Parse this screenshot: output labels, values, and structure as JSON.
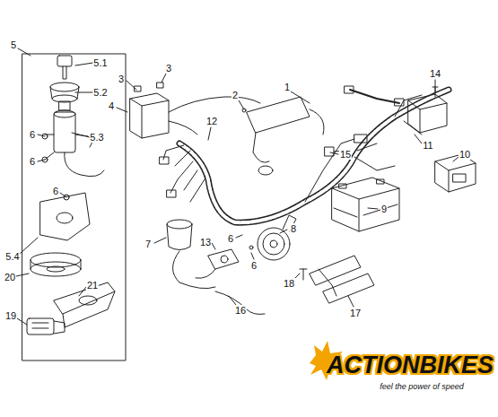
{
  "diagram": {
    "labels": [
      "5",
      "5.1",
      "5.2",
      "5.3",
      "6",
      "6",
      "6",
      "5.4",
      "20",
      "21",
      "19",
      "3",
      "3",
      "4",
      "2",
      "1",
      "12",
      "14",
      "11",
      "15",
      "10",
      "9",
      "6",
      "7",
      "13",
      "8",
      "6",
      "18",
      "17",
      "16",
      "ACTIONBIKES",
      "feel the power of speed"
    ]
  }
}
